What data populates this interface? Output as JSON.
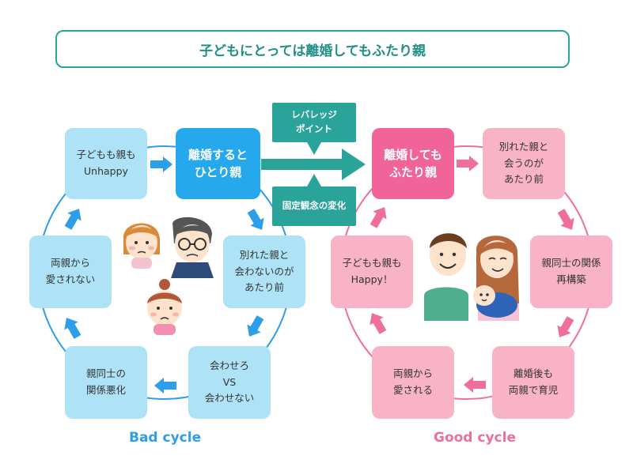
{
  "title": "子どもにとっては離婚してもふたり親",
  "bad": {
    "hub": "離婚すると\nひとり親",
    "nodes": {
      "unhappy": "子どもも親も\nUnhappy",
      "apart": "別れた親と\n会わないのが\nあたり前",
      "vs": "会わせろ\nVS\n会わせない",
      "relation": "親同士の\n関係悪化",
      "unloved": "両親から\n愛されない"
    },
    "label": "Bad cycle"
  },
  "good": {
    "hub": "離婚しても\nふたり親",
    "nodes": {
      "meet": "別れた親と\n会うのが\nあたり前",
      "rebuild": "親同士の関係\n再構築",
      "coparent": "離婚後も\n両親で育児",
      "loved": "両親から\n愛される",
      "happy": "子どもも親も\nHappy！"
    },
    "label": "Good cycle"
  },
  "leverage": {
    "point": "レバレッジ\nポイント",
    "change": "固定観念の変化"
  },
  "colors": {
    "teal": "#2aa39a",
    "bad_light": "#aee3f7",
    "bad_dark": "#26a8ec",
    "bad_arrow": "#2d9ee8",
    "good_light": "#f8b3c6",
    "good_dark": "#f0649a",
    "good_arrow": "#ee6f9a"
  }
}
